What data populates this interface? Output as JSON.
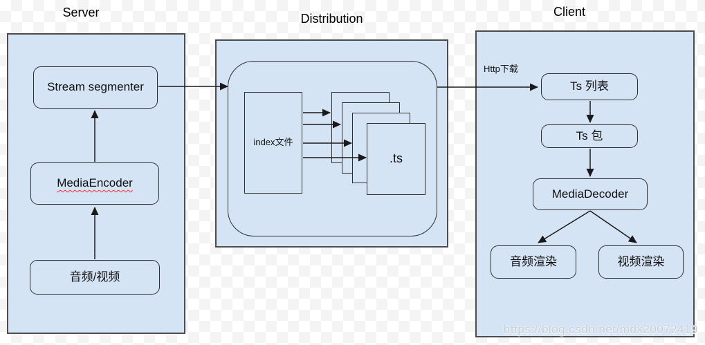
{
  "colors": {
    "node_fill": "#d5e4f5",
    "node_border": "#2d2d2d",
    "container_border": "#4c4c4c",
    "arrow": "#1a1a1a",
    "spellcheck": "#ff2a2a",
    "watermark": "#c7cdd3"
  },
  "server": {
    "title": "Server",
    "stream_segmenter": "Stream segmenter",
    "media_encoder": "MediaEncoder",
    "audio_video": "音频/视频"
  },
  "distribution": {
    "title": "Distribution",
    "index_file": "index文件",
    "ts_file": ".ts"
  },
  "client": {
    "title": "Client",
    "http_download": "Http下载",
    "ts_list": "Ts 列表",
    "ts_packet": "Ts 包",
    "media_decoder": "MediaDecoder",
    "audio_render": "音频渲染",
    "video_render": "视频渲染"
  },
  "watermark": "https://blog.csdn.net/mdx20072419"
}
